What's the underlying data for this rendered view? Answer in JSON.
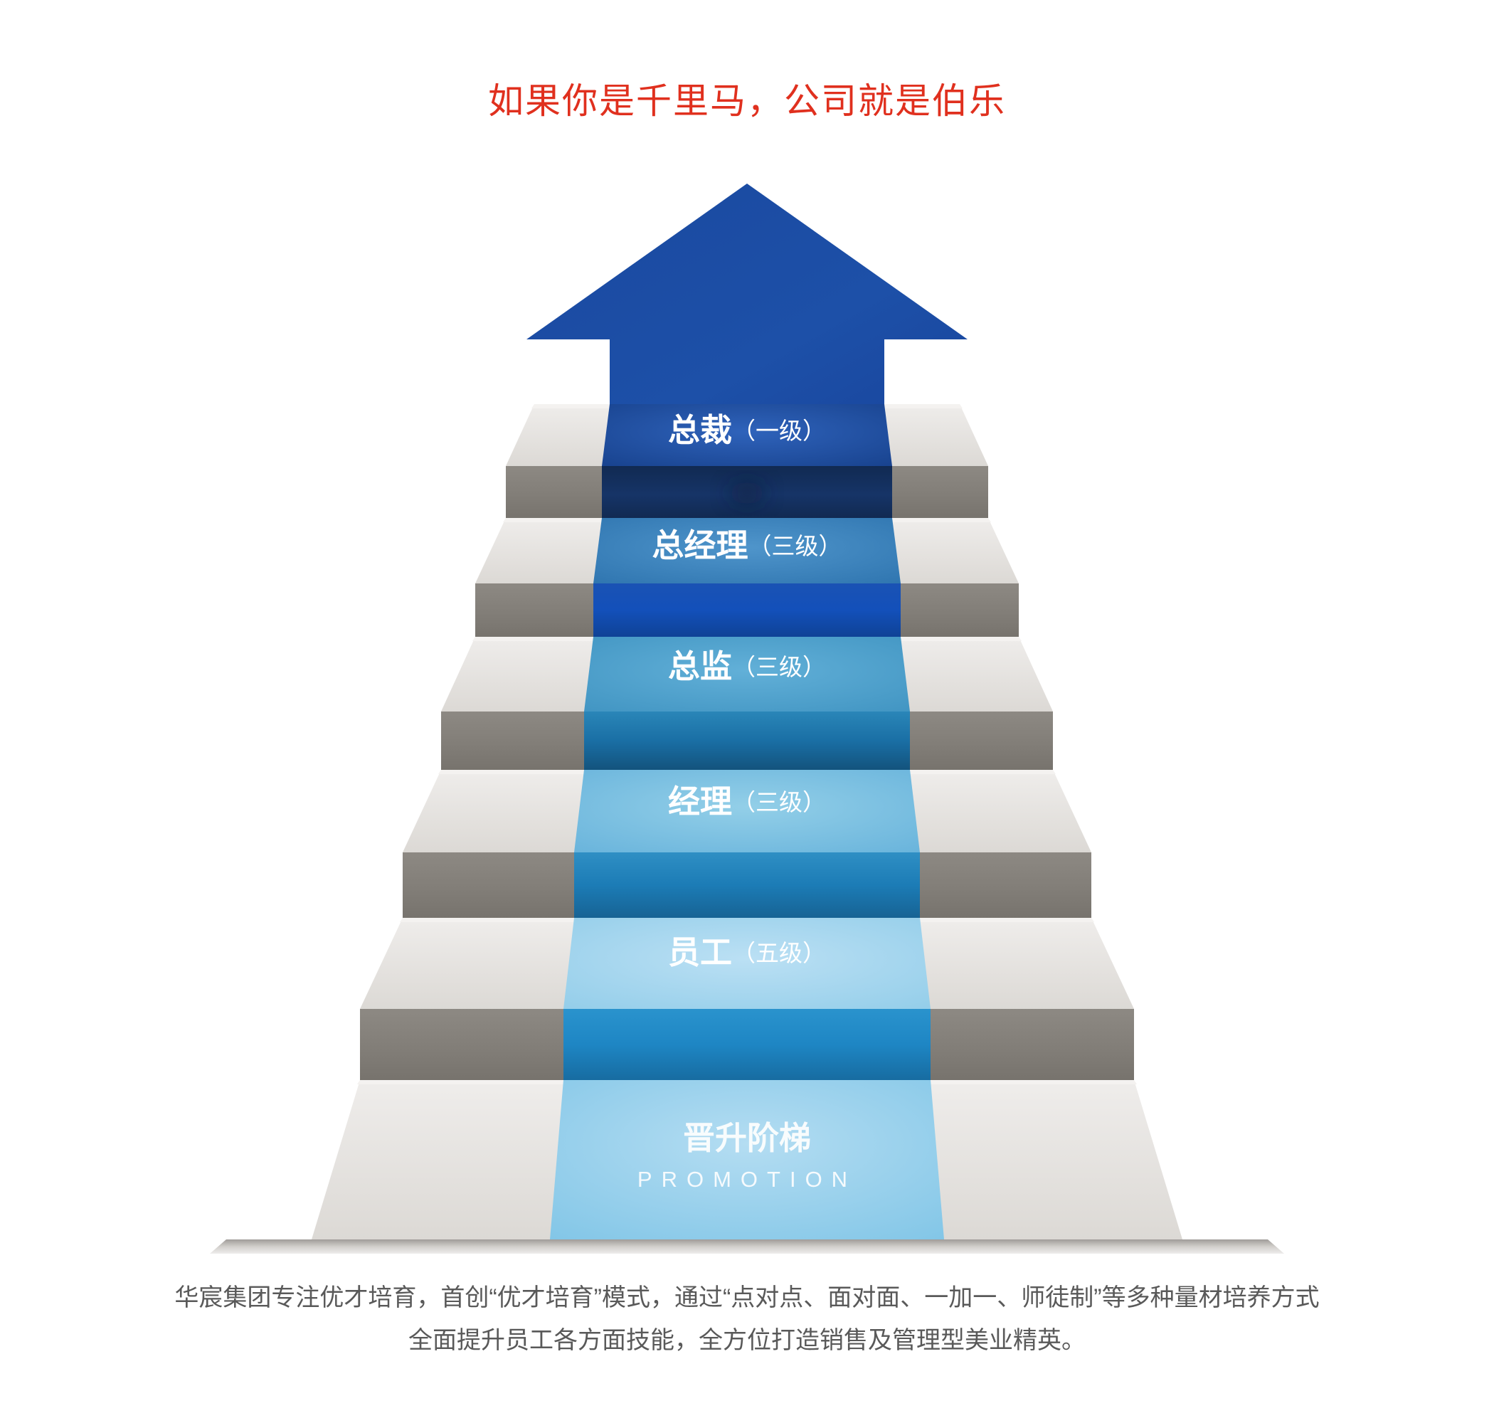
{
  "headline": {
    "text": "如果你是千里马，公司就是伯乐",
    "color": "#e0301e"
  },
  "diagram": {
    "name": "promotion-staircase",
    "arrow": {
      "label": "up-arrow",
      "color": "#1b4da0"
    },
    "steps": [
      {
        "id": "step-president",
        "title": "总裁",
        "level": "（一级）",
        "tread_color": "#1e4fa6",
        "riser_color": "#14305c"
      },
      {
        "id": "step-general-manager",
        "title": "总经理",
        "level": "（三级）",
        "tread_color": "#3a82bf",
        "riser_color": "#1550b4"
      },
      {
        "id": "step-director",
        "title": "总监",
        "level": "（三级）",
        "tread_color": "#55a5cf",
        "riser_color": "#1a6fa5"
      },
      {
        "id": "step-manager",
        "title": "经理",
        "level": "（三级）",
        "tread_color": "#7cc2e2",
        "riser_color": "#1b7bb5"
      },
      {
        "id": "step-employee",
        "title": "员工",
        "level": "（五级）",
        "tread_color": "#a8d8ef",
        "riser_color": "#1f86c4"
      }
    ],
    "base": {
      "id": "step-base",
      "title": "晋升阶梯",
      "subtitle": "PROMOTION",
      "tread_color": "#8ecdea"
    },
    "materials": {
      "tread_gray_light": "#e4e1de",
      "tread_gray_edge": "#cfccc8",
      "riser_gray": "#807c77",
      "floor_gray": "#d8d6d3"
    }
  },
  "footer": {
    "line1": "华宸集团专注优才培育，首创“优才培育”模式，通过“点对点、面对面、一加一、师徒制”等多种量材培养方式",
    "line2": "全面提升员工各方面技能，全方位打造销售及管理型美业精英。",
    "color": "#595959"
  }
}
